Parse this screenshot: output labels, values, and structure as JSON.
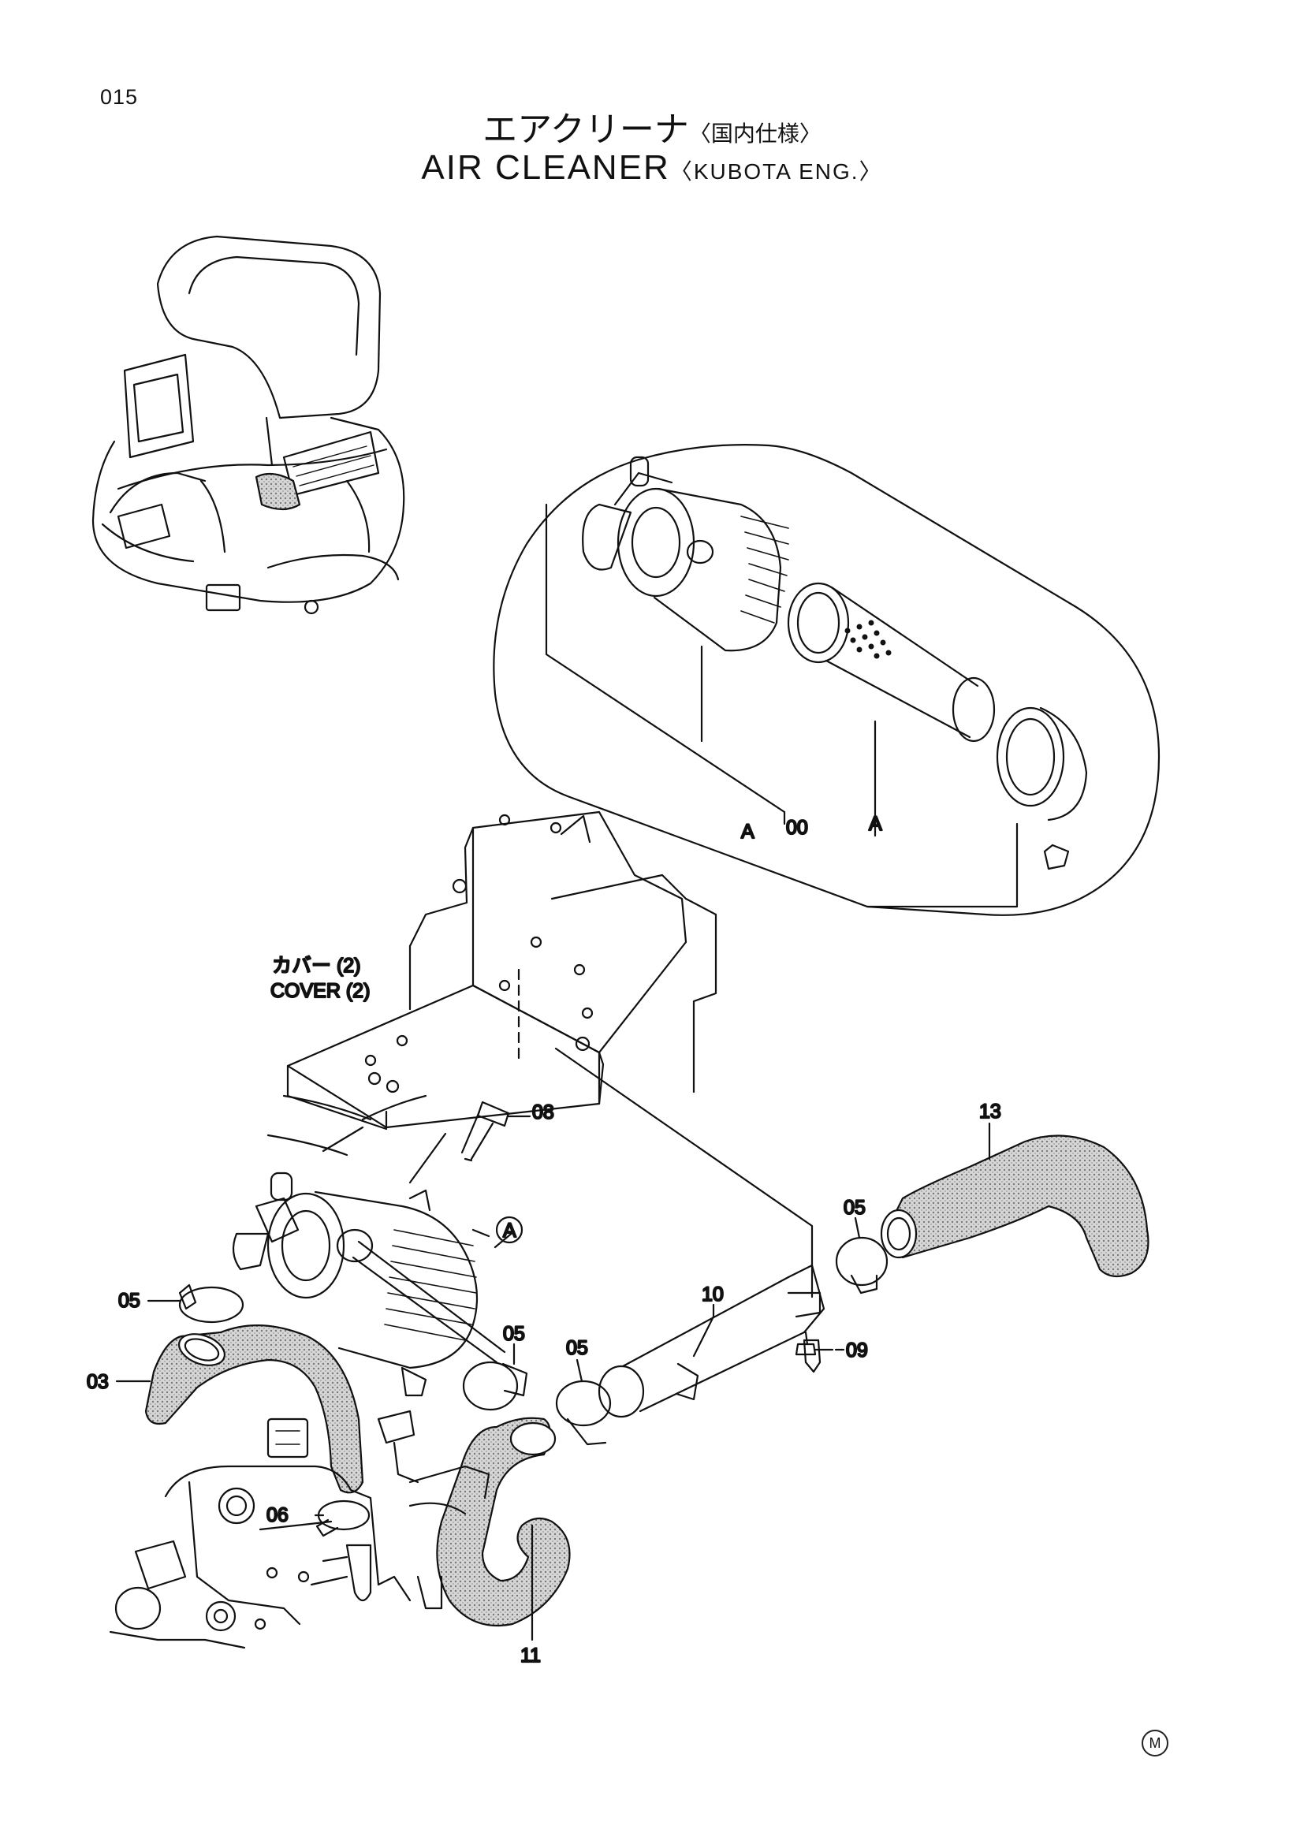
{
  "page_number": "015",
  "title": {
    "jp": "エアクリーナ",
    "jp_note": "〈国内仕様〉",
    "en": "AIR  CLEANER",
    "en_note": "〈KUBOTA  ENG.〉"
  },
  "callouts": {
    "a_upper_left": "A",
    "a_upper_right": "A",
    "c00": "00",
    "a_circled": "A",
    "c03": "03",
    "c05_left": "05",
    "c05_mid_upper": "05",
    "c05_mid_lower": "05",
    "c05_right": "05",
    "c06": "06",
    "c08": "08",
    "c09": "09",
    "c10": "10",
    "c11": "11",
    "c13": "13"
  },
  "cover_label": {
    "jp": "カバー (2)",
    "en": "COVER  (2)"
  },
  "footer_mark": "M",
  "colors": {
    "ink": "#111111",
    "hose_fill": "#c8c8c8"
  }
}
